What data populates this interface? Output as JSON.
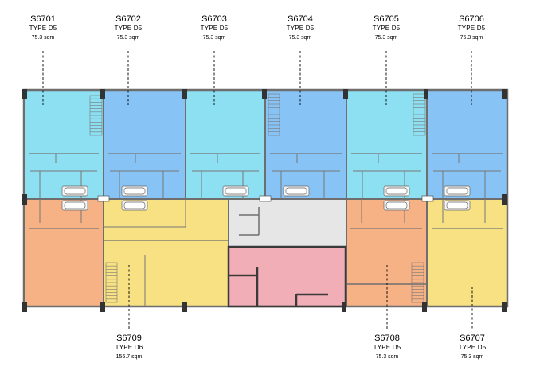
{
  "units": [
    {
      "code": "S6701",
      "type": "TYPE D5",
      "area": "75.3 sqm",
      "color": "#8ddff2"
    },
    {
      "code": "S6702",
      "type": "TYPE D5",
      "area": "75.3  sqm",
      "color": "#88c3f5"
    },
    {
      "code": "S6703",
      "type": "TYPE D5",
      "area": "75.3 sqm",
      "color": "#8ddff2"
    },
    {
      "code": "S6704",
      "type": "TYPE D5",
      "area": "75.3 sqm",
      "color": "#88c3f5"
    },
    {
      "code": "S6705",
      "type": "TYPE D5",
      "area": "75.3 sqm",
      "color": "#8ddff2"
    },
    {
      "code": "S6706",
      "type": "TYPE D5",
      "area": "75.3 sqm",
      "color": "#88c3f5"
    },
    {
      "code": "S6707",
      "type": "TYPE D5",
      "area": "75.3 sqm",
      "color": "#f7e183"
    },
    {
      "code": "S6708",
      "type": "TYPE D5",
      "area": "75.3 sqm",
      "color": "#f6b285"
    },
    {
      "code": "S6709",
      "type": "TYPE D6",
      "area": "156.7 sqm",
      "color": "#f7e183"
    }
  ],
  "colors": {
    "unit_orange_left": "#f6b285",
    "corridor": "#e6e6e6",
    "service_pink": "#f2aeb6",
    "wall": "#6e6e6e",
    "column": "#333333"
  }
}
